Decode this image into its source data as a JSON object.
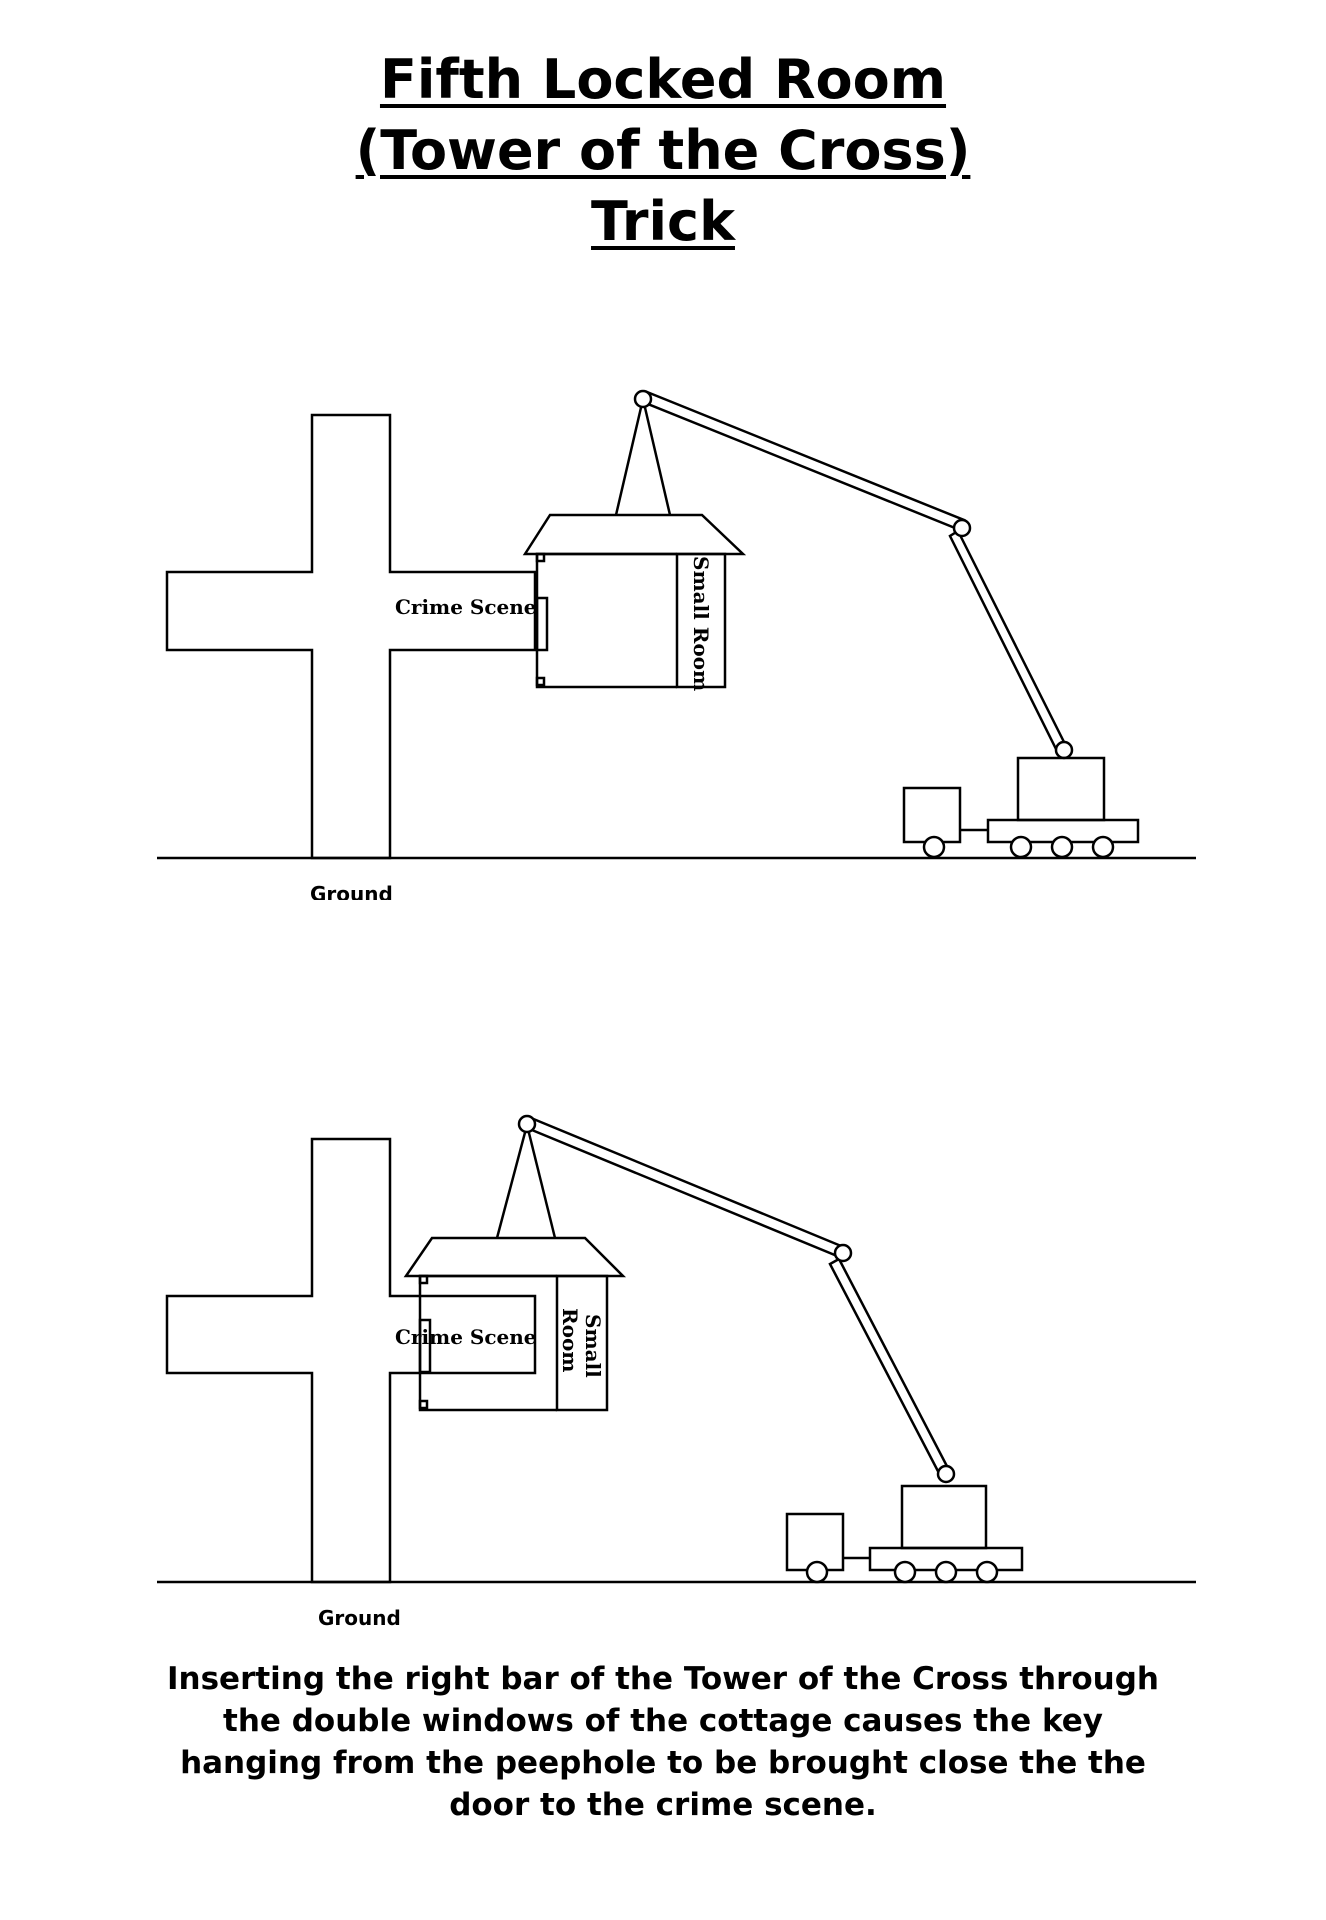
{
  "title": {
    "line1": "Fifth Locked Room",
    "line2": "(Tower of the Cross)",
    "line3": "Trick"
  },
  "diagram_top": {
    "crime_scene_label": "Crime Scene",
    "small_room_label": "Small Room",
    "ground_label": "Ground"
  },
  "diagram_bottom": {
    "crime_scene_label": "Crime Scene",
    "small_room_line1": "Small",
    "small_room_line2": "Room",
    "ground_label": "Ground"
  },
  "caption": "Inserting the right bar of the Tower of the Cross through the double windows of the cottage causes the key hanging from the peephole to be brought close the the door to the crime scene."
}
